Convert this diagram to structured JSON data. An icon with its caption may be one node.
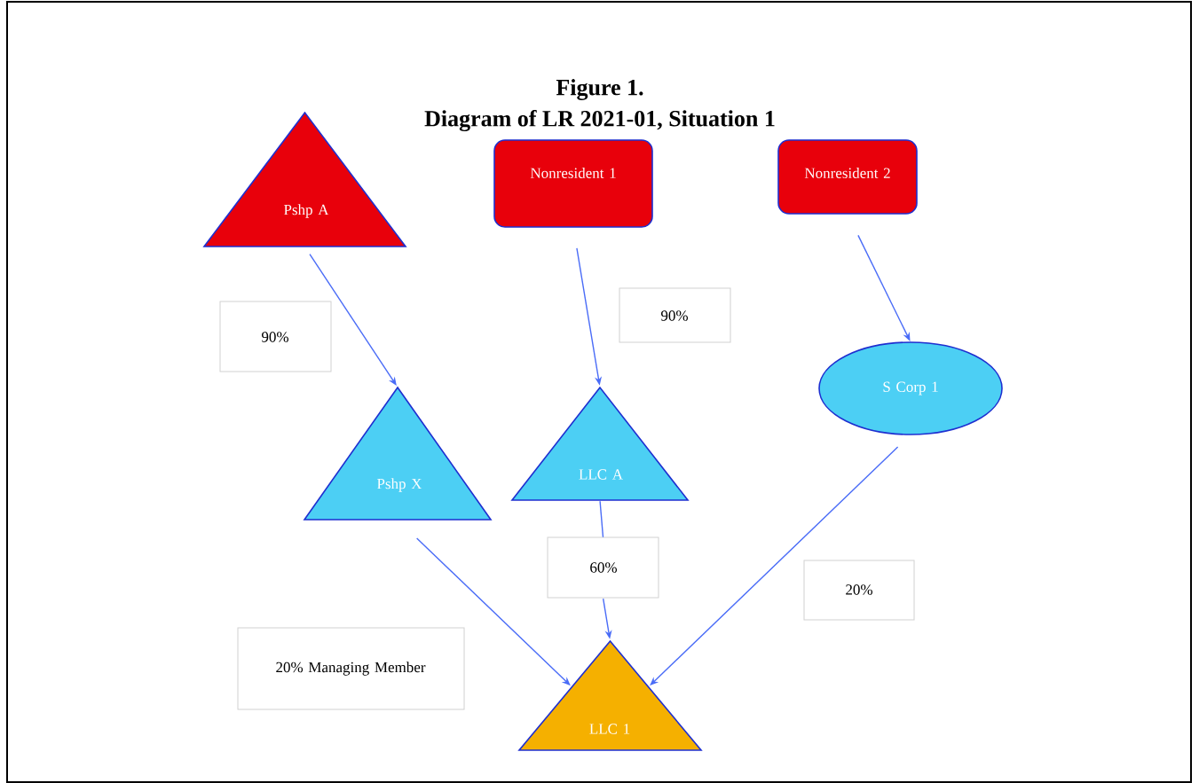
{
  "diagram": {
    "title": "Diagram of LR 2021-01, Situation 1",
    "nodes": [
      {
        "text": [
          "Pshp A"
        ]
      },
      {
        "text": [
          "Nonresident 1"
        ]
      },
      {
        "text": [
          "Nonresident 2"
        ]
      },
      {
        "text": [
          "Pshp X"
        ]
      },
      {
        "text": [
          "LLC A"
        ]
      },
      {
        "text": [
          "S Corp 1"
        ]
      },
      {
        "text": [
          "LLC 1"
        ]
      },
      {
        "text": [
          "90%"
        ]
      },
      {
        "text": [
          "90%"
        ]
      },
      {
        "text": [
          "20%"
        ]
      },
      {
        "text": [
          "20% Managing Member"
        ]
      },
      {
        "text": [
          "60%"
        ]
      }
    ],
    "edges": [
      {
        "from": 0,
        "to": 3,
        "arrow": "to"
      },
      {
        "from": 1,
        "to": 4,
        "arrow": "to"
      },
      {
        "from": 2,
        "to": 5,
        "arrow": "to"
      },
      {
        "from": 3,
        "to": 6,
        "arrow": "to"
      },
      {
        "from": 4,
        "to": 11,
        "arrow": "none"
      },
      {
        "from": 11,
        "to": 6,
        "arrow": "to"
      },
      {
        "from": 5,
        "to": 6,
        "arrow": "to"
      }
    ],
    "labels": [
      "Figure 1."
    ]
  }
}
